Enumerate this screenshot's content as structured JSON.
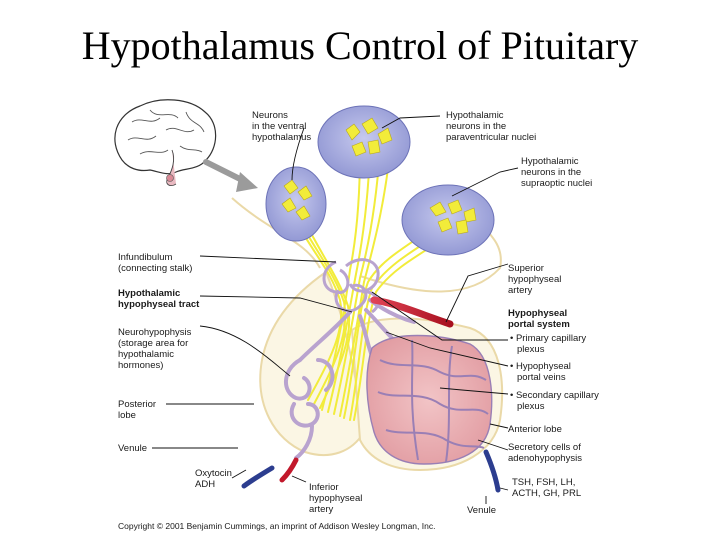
{
  "title": "Hypothalamus Control of Pituitary",
  "labels": {
    "neurons_ventral": [
      "Neurons",
      "in the ventral",
      "hypothalamus"
    ],
    "paraventricular": [
      "Hypothalamic",
      "neurons in the",
      "paraventricular nuclei"
    ],
    "supraoptic": [
      "Hypothalamic",
      "neurons in the",
      "supraoptic nuclei"
    ],
    "infundibulum": [
      "Infundibulum",
      "(connecting stalk)"
    ],
    "tract": [
      "Hypothalamic",
      "hypophyseal tract"
    ],
    "neurohypophysis": [
      "Neurohypophysis",
      "(storage area for",
      "hypothalamic",
      "hormones)"
    ],
    "posterior_lobe": [
      "Posterior",
      "lobe"
    ],
    "venule_left": "Venule",
    "oxytocin_adh": [
      "Oxytocin",
      "ADH"
    ],
    "inferior_artery": [
      "Inferior",
      "hypophyseal",
      "artery"
    ],
    "venule_bottom": "Venule",
    "superior_artery": [
      "Superior",
      "hypophyseal",
      "artery"
    ],
    "portal_system": [
      "Hypophyseal",
      "portal system"
    ],
    "primary_plexus": [
      "• Primary capillary",
      "plexus"
    ],
    "portal_veins": [
      "• Hypophyseal",
      "portal veins"
    ],
    "secondary_plexus": [
      "• Secondary capillary",
      "plexus"
    ],
    "anterior_lobe": "Anterior lobe",
    "secretory_cells": [
      "Secretory cells of",
      "adenohypophysis"
    ],
    "hormones": [
      "TSH, FSH, LH,",
      "ACTH, GH, PRL"
    ]
  },
  "copyright": "Copyright © 2001 Benjamin Cummings, an imprint of Addison Wesley Longman, Inc.",
  "colors": {
    "nucleus_fill": "#9aa0d8",
    "axon_yellow": "#f2ec3a",
    "vessel_purple": "#b9a3cf",
    "anterior_pink": "#e8a9ae",
    "artery_red": "#c2182b",
    "vein_blue": "#2c3d8f",
    "capsule_beige": "#f7efd6"
  }
}
